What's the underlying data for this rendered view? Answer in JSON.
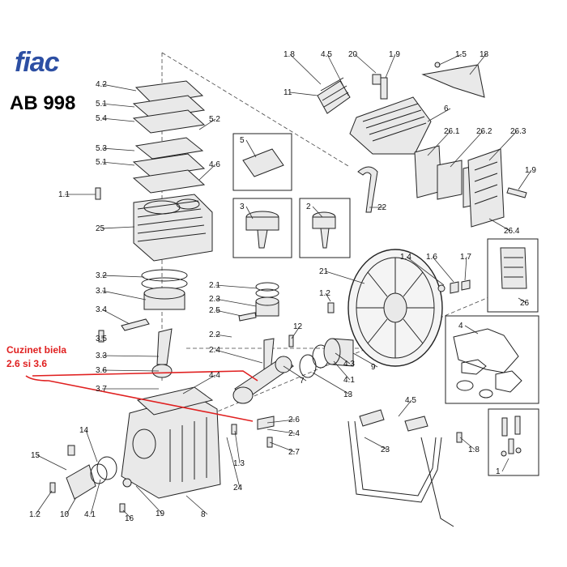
{
  "brand": {
    "name": "fiac",
    "color": "#2d4fa3"
  },
  "model": "AB 998",
  "note": {
    "line1": "Cuzinet biela",
    "line2": "2.6 si 3.6",
    "color": "#e02020"
  },
  "labels": [
    "4.2",
    "5.1",
    "5.4",
    "5.2",
    "5.3",
    "5.1",
    "4.6",
    "1.1",
    "25",
    "3.2",
    "3.1",
    "3.4",
    "3.5",
    "3.3",
    "3.6",
    "3.7",
    "2.1",
    "2.3",
    "2.5",
    "2.2",
    "2.4",
    "4.4",
    "12",
    "2.6",
    "2.4",
    "2.7",
    "1.3",
    "24",
    "14",
    "15",
    "1.2",
    "10",
    "4.1",
    "16",
    "19",
    "8",
    "1.8",
    "4.5",
    "20",
    "1.9",
    "1.5",
    "18",
    "11",
    "6",
    "26.1",
    "26.2",
    "26.3",
    "1.9",
    "22",
    "26.4",
    "5",
    "3",
    "2",
    "1.4",
    "1.6",
    "1.7",
    "21",
    "26",
    "1.2",
    "4",
    "7",
    "4.1",
    "4.3",
    "9",
    "13",
    "4.5",
    "23",
    "1.8",
    "1"
  ]
}
